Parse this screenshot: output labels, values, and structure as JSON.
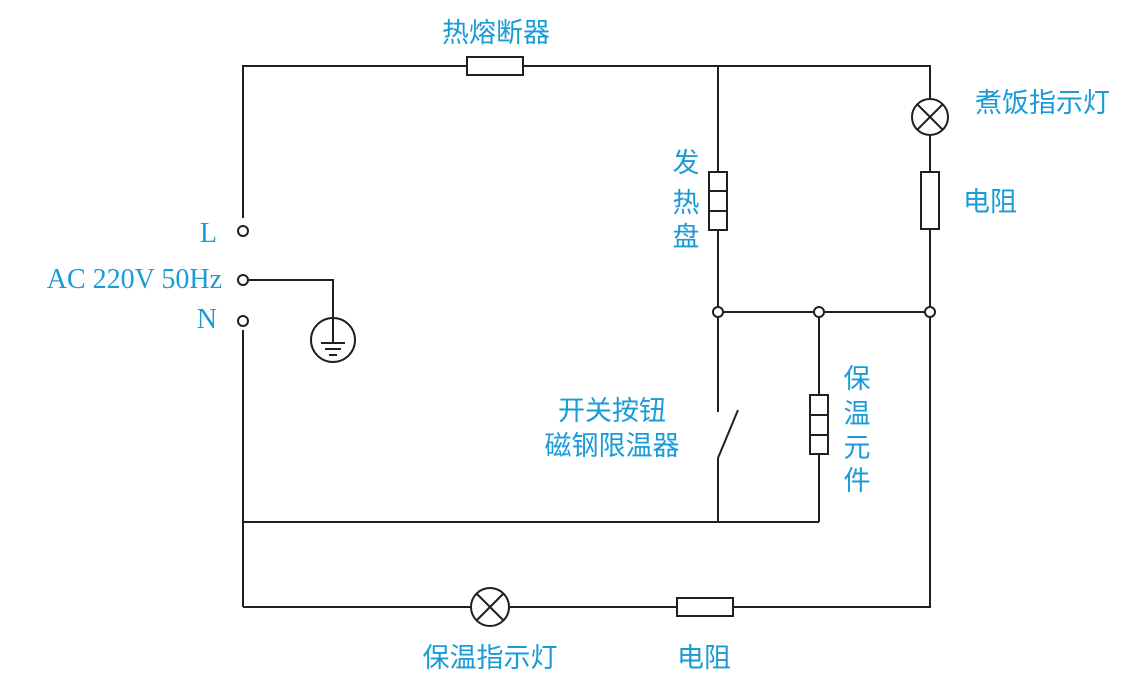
{
  "colors": {
    "label": "#1a9bd7",
    "line": "#231f20",
    "background": "#ffffff"
  },
  "labels": {
    "thermal_fuse": "热熔断器",
    "cooking_lamp": "煮饭指示灯",
    "resistor_top": "电阻",
    "heating_plate": [
      "发",
      "热",
      "盘"
    ],
    "terminal_L": "L",
    "supply": "AC 220V 50Hz",
    "terminal_N": "N",
    "switch_line1": "开关按钮",
    "switch_line2": "磁钢限温器",
    "keep_warm_element": [
      "保",
      "温",
      "元",
      "件"
    ],
    "keep_warm_lamp": "保温指示灯",
    "resistor_bottom": "电阻"
  },
  "icons": [
    "ground-icon",
    "indicator-lamp-icon",
    "resistor-icon",
    "heating-element-icon",
    "fuse-icon",
    "switch-icon",
    "terminal-icon",
    "junction-dot-icon"
  ]
}
